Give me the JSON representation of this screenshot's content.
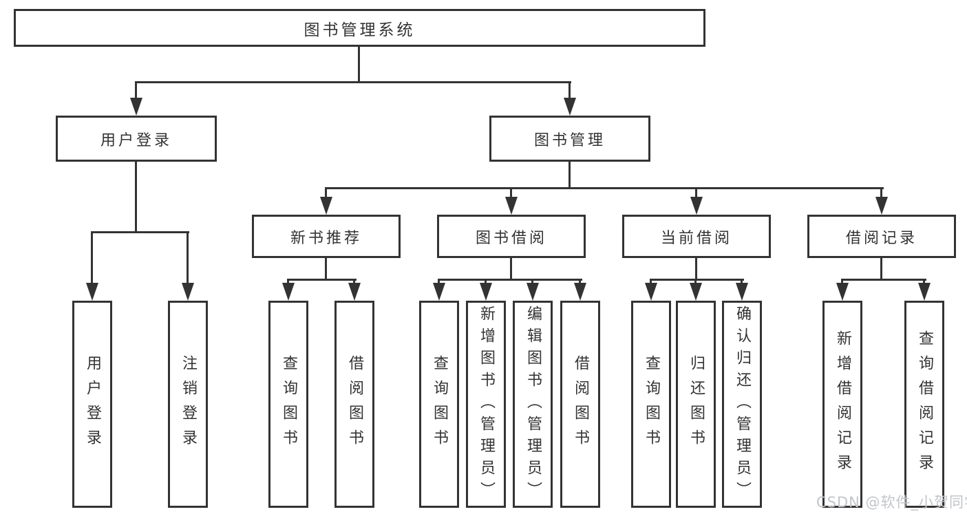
{
  "diagram": {
    "root": {
      "label": "图书管理系统"
    },
    "level2": {
      "user_login": {
        "label": "用户登录"
      },
      "book_mgmt": {
        "label": "图书管理"
      }
    },
    "level3": {
      "new_book": {
        "label": "新书推荐"
      },
      "book_borrow": {
        "label": "图书借阅"
      },
      "current_borrow": {
        "label": "当前借阅"
      },
      "borrow_record": {
        "label": "借阅记录"
      }
    },
    "leaves": {
      "user_login": [
        "用户登录",
        "注销登录"
      ],
      "new_book": [
        "查询图书",
        "借阅图书"
      ],
      "book_borrow": [
        "查询图书",
        "新增图书（管理员）",
        "编辑图书（管理员）",
        "借阅图书"
      ],
      "current_borrow": [
        "查询图书",
        "归还图书",
        "确认归还（管理员）"
      ],
      "borrow_record": [
        "新增借阅记录",
        "查询借阅记录"
      ]
    },
    "watermark": "CSDN @软件_小贺同学",
    "colors": {
      "line": "#333333",
      "text": "#333333",
      "background": "#ffffff",
      "watermark": "#c2c5c9"
    }
  }
}
